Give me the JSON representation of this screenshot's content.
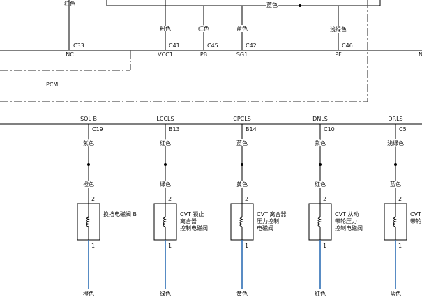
{
  "colors": {
    "wire": "#000000",
    "blue_wire": "#2f6fb5",
    "boundary": "#555555"
  },
  "top": {
    "nc_wire_color": "红色",
    "bus_color": "蓝色",
    "pins": [
      {
        "wire": "",
        "conn": "C33",
        "label": "NC"
      },
      {
        "wire": "粉色",
        "conn": "C41",
        "label": "VCC1"
      },
      {
        "wire": "红色",
        "conn": "C45",
        "label": "PB"
      },
      {
        "wire": "蓝色",
        "conn": "C42",
        "label": "SG1"
      },
      {
        "wire": "浅绿色",
        "conn": "C46",
        "label": "PF"
      }
    ],
    "right_edge_label": "N"
  },
  "pcm_label": "PCM",
  "channels": [
    {
      "signal": "SOL B",
      "conn": "C19",
      "wire_top": "紫色",
      "wire_mid": "橙色",
      "pin_top": "2",
      "pin_bottom": "1",
      "name": [
        "换挡电磁阀 B"
      ],
      "wire_bottom": "橙色"
    },
    {
      "signal": "LCCLS",
      "conn": "B13",
      "wire_top": "红色",
      "wire_mid": "绿色",
      "pin_top": "2",
      "pin_bottom": "1",
      "name": [
        "CVT 锁止",
        "离合器",
        "控制电磁阀"
      ],
      "wire_bottom": "绿色"
    },
    {
      "signal": "CPCLS",
      "conn": "B14",
      "wire_top": "蓝色",
      "wire_mid": "黄色",
      "pin_top": "2",
      "pin_bottom": "1",
      "name": [
        "CVT 离合器",
        "压力控制",
        "电磁阀"
      ],
      "wire_bottom": "黄色"
    },
    {
      "signal": "DNLS",
      "conn": "C10",
      "wire_top": "紫色",
      "wire_mid": "红色",
      "pin_top": "2",
      "pin_bottom": "1",
      "name": [
        "CVT 从动",
        "带轮压力",
        "控制电磁阀"
      ],
      "wire_bottom": "红色"
    },
    {
      "signal": "DRLS",
      "conn": "C5",
      "wire_top": "浅绿色",
      "wire_mid": "蓝色",
      "pin_top": "2",
      "pin_bottom": "1",
      "name": [
        "CVT",
        "带轮"
      ],
      "wire_bottom": "蓝色"
    }
  ]
}
